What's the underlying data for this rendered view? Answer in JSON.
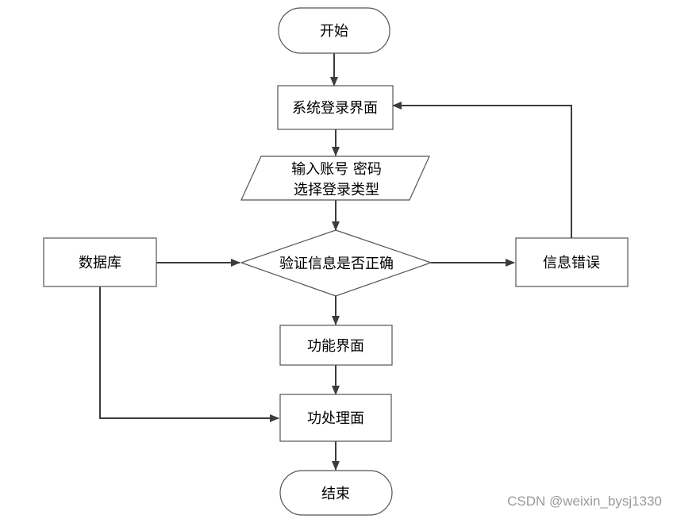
{
  "diagram": {
    "nodes": {
      "start": "开始",
      "login_screen": "系统登录界面",
      "input_line1": "输入账号 密码",
      "input_line2": "选择登录类型",
      "verify": "验证信息是否正确",
      "database": "数据库",
      "info_error": "信息错误",
      "function_screen": "功能界面",
      "process_screen": "功处理面",
      "end": "结束"
    }
  },
  "watermark": "CSDN @weixin_bysj1330",
  "colors": {
    "line": "#3c3c3c",
    "stroke": "#555555",
    "fill": "#ffffff"
  }
}
